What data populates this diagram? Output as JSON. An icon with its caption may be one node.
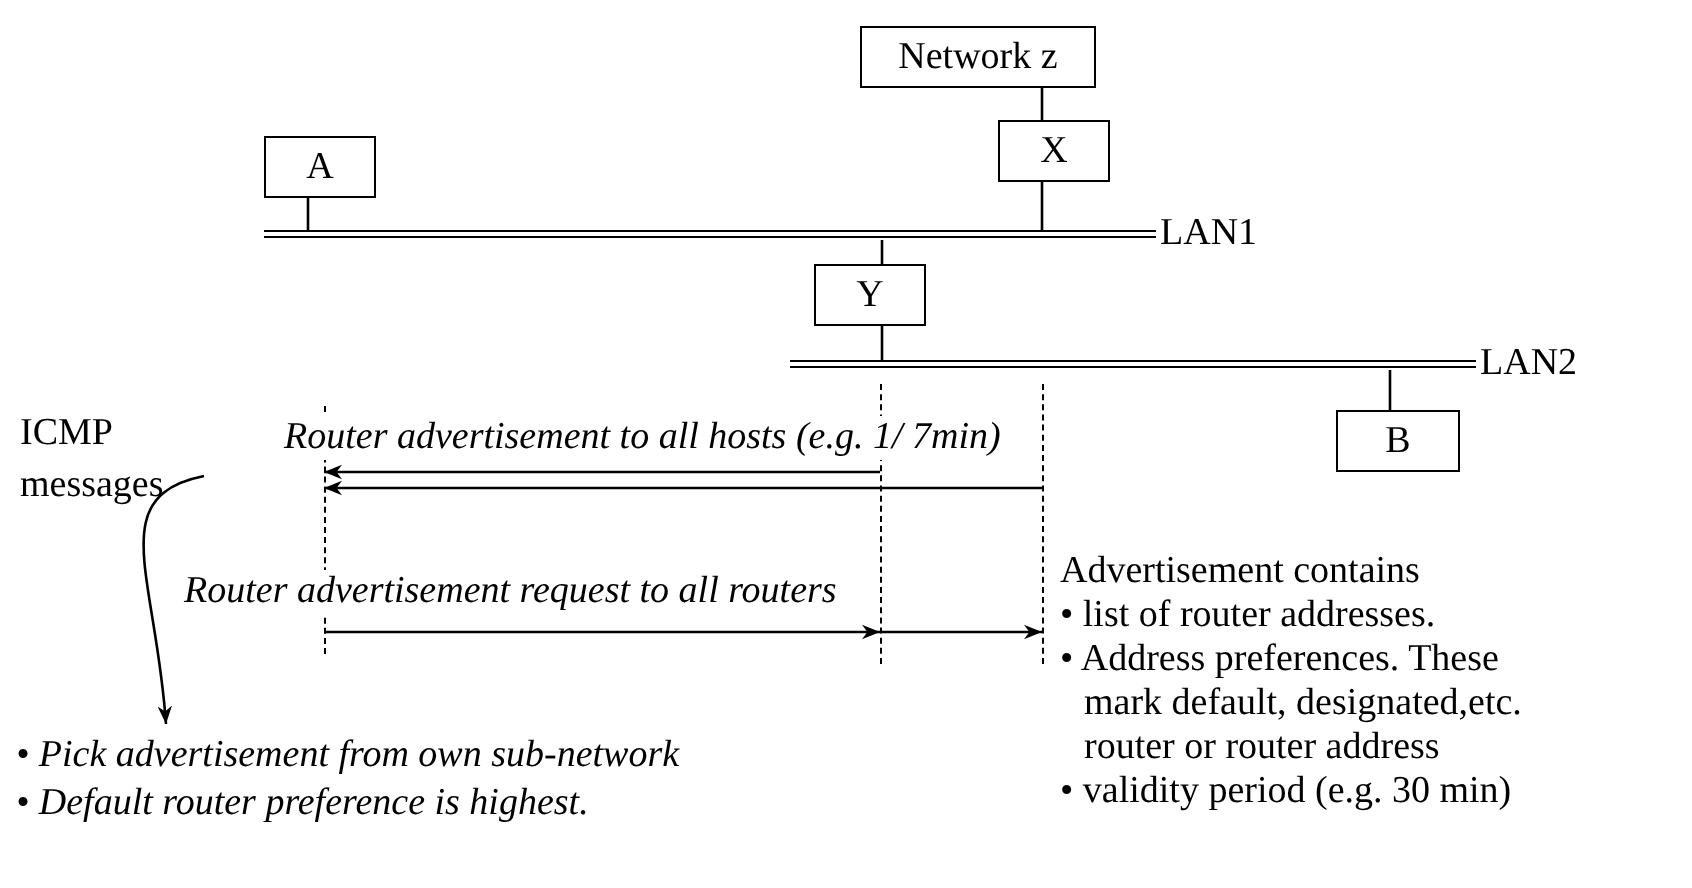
{
  "diagram": {
    "nodes": [
      {
        "text": [
          "Network z"
        ]
      },
      {
        "text": [
          "X"
        ]
      },
      {
        "text": [
          "A"
        ]
      },
      {
        "text": [
          "LAN1"
        ]
      },
      {
        "text": [
          "Y"
        ]
      },
      {
        "text": [
          "LAN2"
        ]
      },
      {
        "text": [
          "B"
        ]
      },
      {
        "text": [],
        "shape": "bar"
      },
      {
        "text": [],
        "shape": "bar"
      },
      {
        "text": [],
        "shape": "bar"
      },
      {
        "text": [
          "ICMP messages"
        ]
      },
      {
        "text": [
          "• Pick advertisement from own sub-network",
          "• Default router preference is highest."
        ]
      }
    ],
    "edges": [
      {
        "from": 0,
        "to": 1,
        "arrow": "none"
      },
      {
        "from": 1,
        "to": 3,
        "arrow": "none"
      },
      {
        "from": 2,
        "to": 3,
        "arrow": "none"
      },
      {
        "from": 3,
        "to": 4,
        "arrow": "none"
      },
      {
        "from": 4,
        "to": 5,
        "arrow": "none"
      },
      {
        "from": 5,
        "to": 6,
        "arrow": "none"
      },
      {
        "from": 8,
        "to": 7,
        "arrow": "to",
        "label": "Router advertisement to all hosts (e.g. 1/ 7min)"
      },
      {
        "from": 9,
        "to": 7,
        "arrow": "to"
      },
      {
        "from": 7,
        "to": 8,
        "arrow": "to",
        "label": "Router advertisement request to all routers"
      },
      {
        "from": 8,
        "to": 9,
        "arrow": "to"
      },
      {
        "from": 10,
        "to": 11,
        "arrow": "to"
      }
    ],
    "labels": [
      "Advertisement contains",
      "• list of router addresses.",
      "• Address preferences. These mark default, designated,etc. router or router address",
      "• validity period (e.g. 30 min)"
    ]
  }
}
